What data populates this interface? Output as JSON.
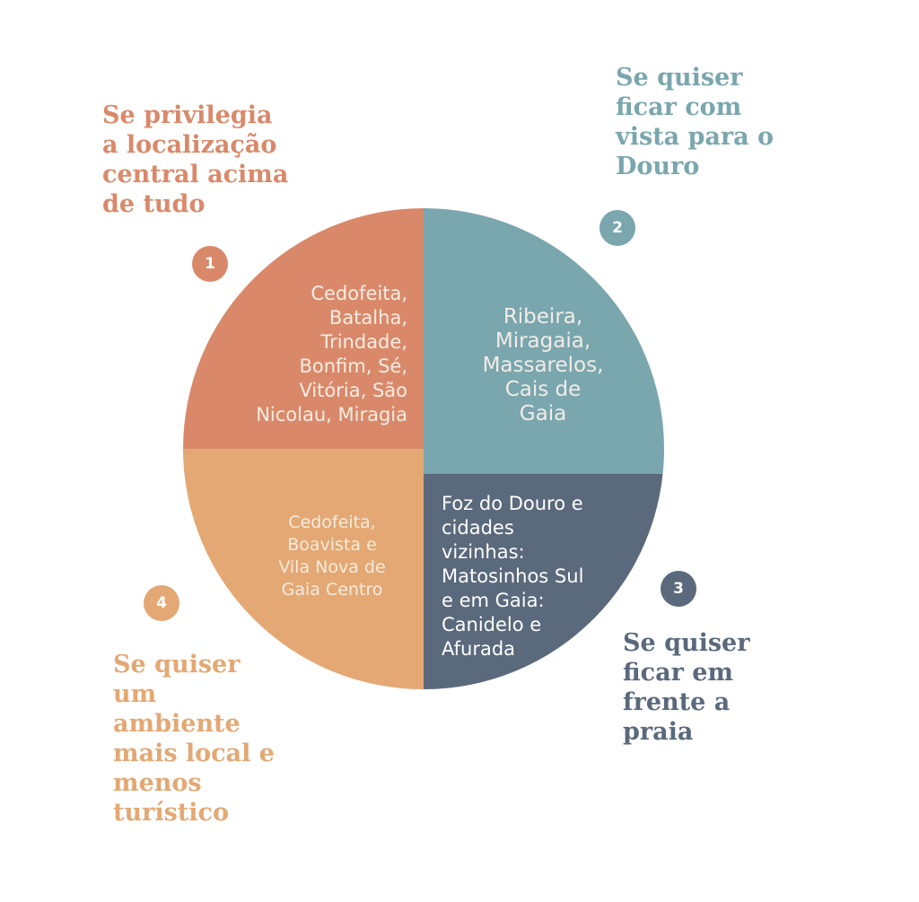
{
  "colors": {
    "q1": "#d9896a",
    "q2": "#7aa6ae",
    "q3": "#5a697c",
    "q4": "#e3a874",
    "text_light": "#f6ece3"
  },
  "sections": [
    {
      "number": "1",
      "heading": "Se privilegia\na localização\ncentral acima\nde tudo",
      "places": "Cedofeita,\nBatalha,\nTrindade,\nBonfim, Sé,\nVitória, São\nNicolau, Miragia"
    },
    {
      "number": "2",
      "heading": "Se quiser\nficar com\nvista para o\nDouro",
      "places": "Ribeira,\nMiragaia,\nMassarelos,\nCais de\nGaia"
    },
    {
      "number": "3",
      "heading": "Se quiser\nficar em\nfrente a\npraia",
      "places": "Foz do Douro e\ncidades\nvizinhas:\nMatosinhos Sul\ne em Gaia:\nCanidelo e\nAfurada"
    },
    {
      "number": "4",
      "heading": "Se quiser\num\nambiente\nmais local e\nmenos\nturístico",
      "places": "Cedofeita,\nBoavista e\nVila Nova de\nGaia Centro"
    }
  ]
}
